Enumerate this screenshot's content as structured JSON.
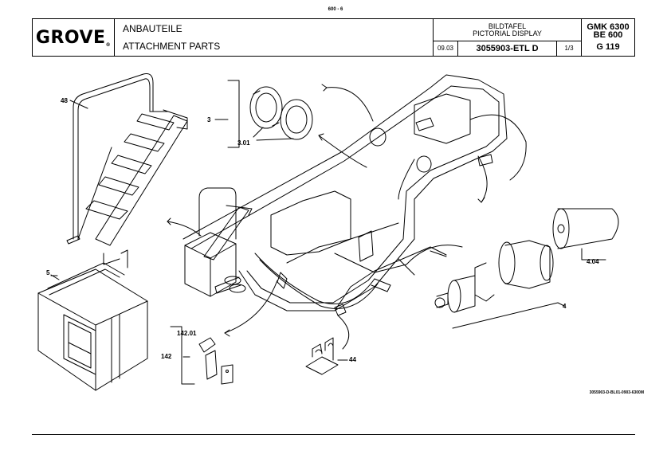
{
  "page_number": "600 - 6",
  "logo": {
    "text": "GROVE",
    "mark": "®"
  },
  "title": {
    "german": "ANBAUTEILE",
    "english": "ATTACHMENT PARTS"
  },
  "pictorial": {
    "line1": "BILDTAFEL",
    "line2": "PICTORIAL DISPLAY"
  },
  "date": "09.03",
  "doc_number": "3055903-ETL D",
  "sheet": "1/3",
  "model": {
    "line1": "GMK 6300",
    "line2": "BE 600",
    "line3": "G 119"
  },
  "callouts": {
    "c48": "48",
    "c3": "3",
    "c301": "3.01",
    "c5": "5",
    "c14201": "142.01",
    "c142": "142",
    "c44": "44",
    "c404": "4.04",
    "c4": "4"
  },
  "drawing_reference": "3055903-D-BL01-0903-6300M"
}
